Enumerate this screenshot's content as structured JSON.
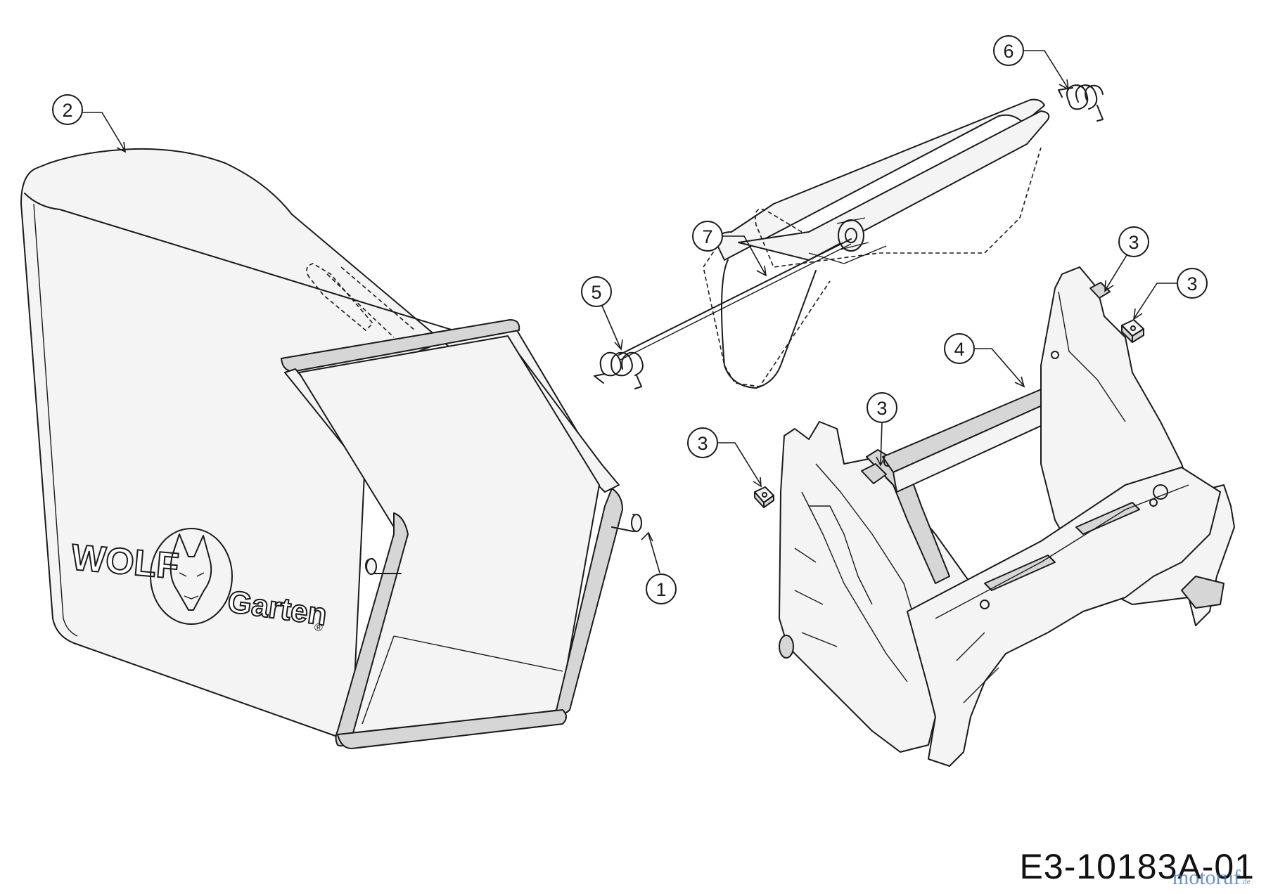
{
  "diagram": {
    "drawing_id": "E3-10183A-01",
    "watermark": {
      "text": "motoruf",
      "suffix": ".de"
    },
    "logo": {
      "word1": "WOLF",
      "word2": "Garten",
      "mark": "®"
    },
    "callouts": [
      {
        "id": "callout-1",
        "label": "1"
      },
      {
        "id": "callout-2",
        "label": "2"
      },
      {
        "id": "callout-3a",
        "label": "3"
      },
      {
        "id": "callout-3b",
        "label": "3"
      },
      {
        "id": "callout-3c",
        "label": "3"
      },
      {
        "id": "callout-3d",
        "label": "3"
      },
      {
        "id": "callout-4",
        "label": "4"
      },
      {
        "id": "callout-5",
        "label": "5"
      },
      {
        "id": "callout-6",
        "label": "6"
      },
      {
        "id": "callout-7",
        "label": "7"
      }
    ]
  }
}
